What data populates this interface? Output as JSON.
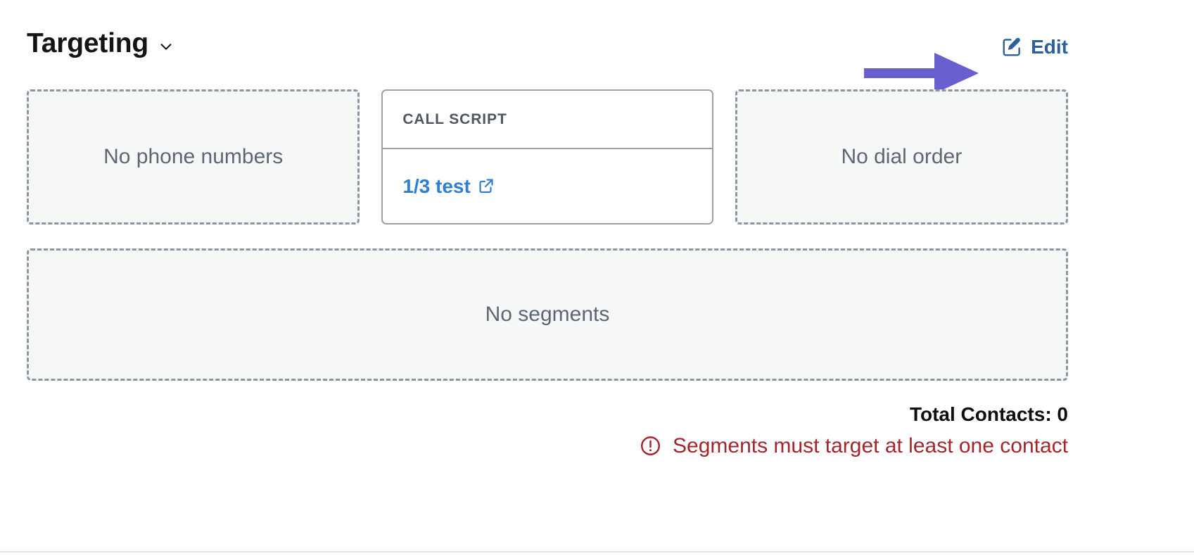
{
  "section": {
    "title": "Targeting",
    "collapse_icon": "chevron-down-icon"
  },
  "edit": {
    "label": "Edit",
    "icon": "edit-pencil-square-icon",
    "color": "#2B5F9E"
  },
  "annotation": {
    "shape": "arrow-right",
    "color": "#6A5FCF"
  },
  "cards": {
    "phone_numbers": {
      "empty_text": "No phone numbers"
    },
    "call_script": {
      "header": "CALL SCRIPT",
      "link_text": "1/3 test",
      "link_icon": "external-link-icon",
      "link_color": "#2E7FD4"
    },
    "dial_order": {
      "empty_text": "No dial order"
    }
  },
  "segments": {
    "empty_text": "No segments"
  },
  "footer": {
    "total_contacts": "Total Contacts: 0",
    "error_icon": "exclamation-circle-icon",
    "error_text": "Segments must target at least one contact",
    "error_color": "#A4262C"
  }
}
